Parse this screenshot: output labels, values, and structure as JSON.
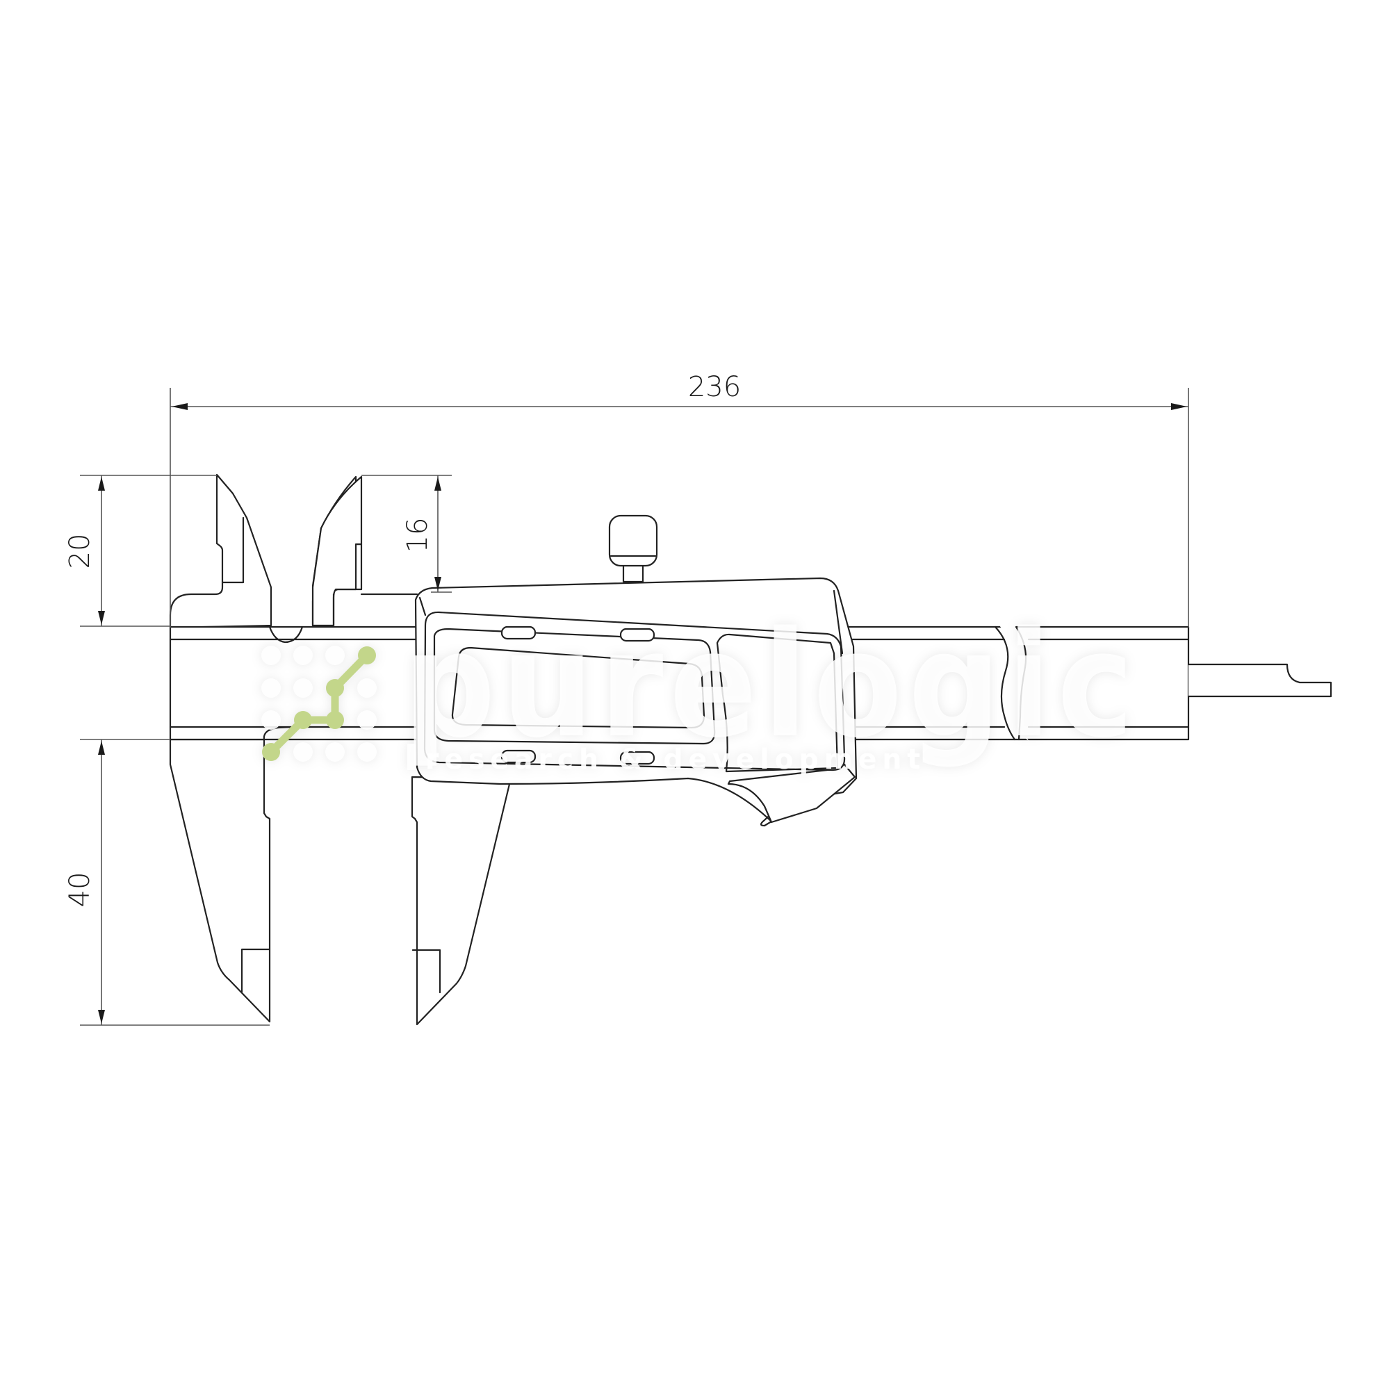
{
  "drawing": {
    "subject": "digital caliper",
    "units": "mm",
    "dimensions": {
      "overall_length": "236",
      "upper_jaw_height": "20",
      "upper_jaw_inner_height": "16",
      "lower_jaw_length": "40"
    }
  },
  "watermark": {
    "brand": "purelogic",
    "tagline": "research & development",
    "accent_color": "#c3d68a"
  },
  "colors": {
    "line": "#222222",
    "dimension_line": "#555555",
    "background": "#ffffff"
  }
}
